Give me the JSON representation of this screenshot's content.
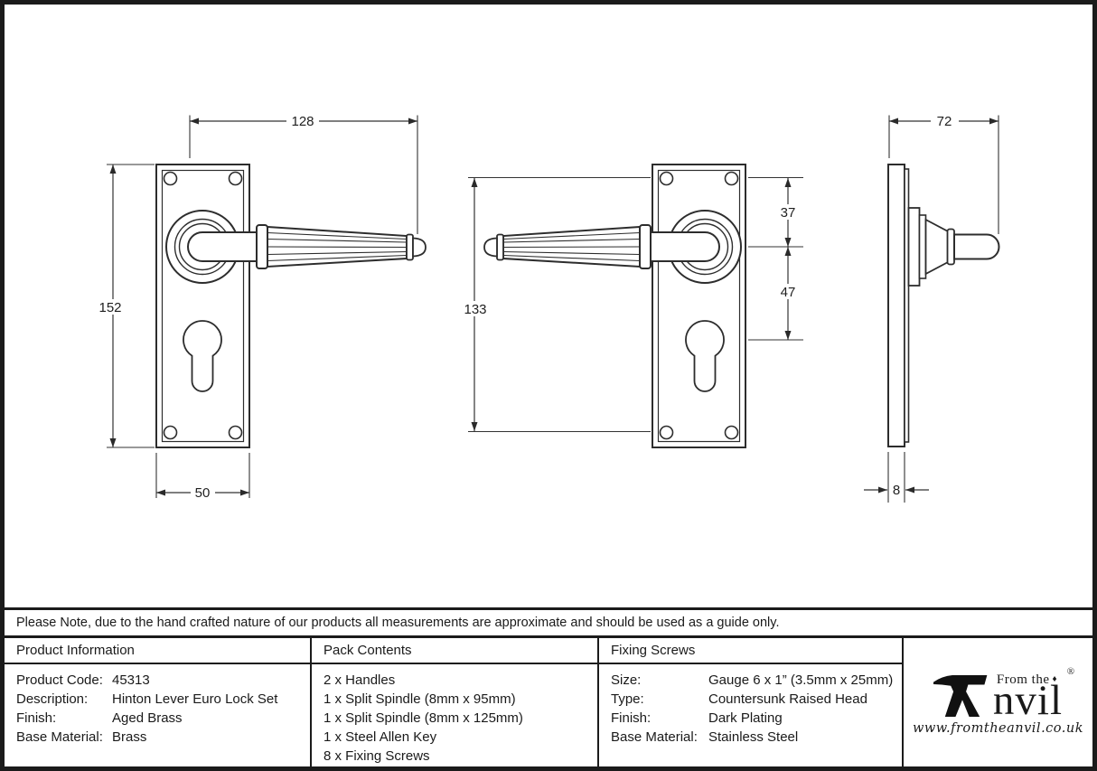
{
  "note": "Please Note, due to the hand crafted nature of our products all measurements are approximate and should be used as a guide only.",
  "dims": {
    "lever_length": "128",
    "plate_height": "152",
    "plate_width": "50",
    "fixing_centres": "133",
    "top_to_handle": "37",
    "handle_to_euro": "47",
    "projection": "72",
    "thickness": "8"
  },
  "tables": {
    "product_information": {
      "title": "Product Information",
      "rows": [
        [
          "Product Code:",
          "45313"
        ],
        [
          "Description:",
          "Hinton Lever Euro Lock Set"
        ],
        [
          "Finish:",
          "Aged Brass"
        ],
        [
          "Base Material:",
          "Brass"
        ]
      ]
    },
    "pack_contents": {
      "title": "Pack Contents",
      "items": [
        "2 x Handles",
        "1 x Split Spindle (8mm x 95mm)",
        "1 x Split Spindle (8mm x 125mm)",
        "1 x Steel Allen Key",
        "8 x Fixing Screws"
      ]
    },
    "fixing_screws": {
      "title": "Fixing Screws",
      "rows": [
        [
          "Size:",
          "Gauge 6 x 1” (3.5mm x 25mm)"
        ],
        [
          "Type:",
          "Countersunk Raised Head"
        ],
        [
          "Finish:",
          "Dark Plating"
        ],
        [
          "Base Material:",
          "Stainless Steel"
        ]
      ]
    }
  },
  "logo": {
    "from_the": "From the",
    "diamond": "♦",
    "wordmark": "nvil",
    "registered": "®",
    "website": "www.fromtheanvil.co.uk"
  }
}
